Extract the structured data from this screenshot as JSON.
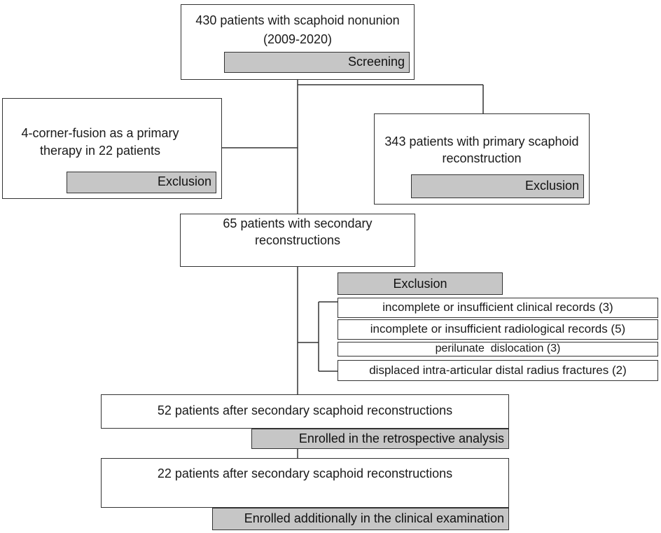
{
  "screening": {
    "line1": "430 patients with scaphoid nonunion",
    "line2": "(2009-2020)",
    "tag": "Screening"
  },
  "fusion": {
    "line1": "4-corner-fusion as a primary",
    "line2": "therapy in 22 patients",
    "tag": "Exclusion"
  },
  "primary": {
    "line1": "343 patients with primary scaphoid",
    "line2": "reconstruction",
    "tag": "Exclusion"
  },
  "secondary": {
    "line1": "65 patients with secondary",
    "line2": "reconstructions"
  },
  "exclusion": {
    "tag": "Exclusion",
    "criteria": [
      "incomplete or insufficient clinical records (3)",
      "incomplete or insufficient radiological records (5)",
      "perilunate  dislocation (3)",
      "displaced intra-articular distal radius fractures (2)"
    ]
  },
  "retrospective": {
    "line1": "52 patients after secondary scaphoid reconstructions",
    "tag": "Enrolled in the retrospective analysis"
  },
  "clinical": {
    "line1": "22 patients after secondary scaphoid reconstructions",
    "tag": "Enrolled additionally in the clinical examination"
  }
}
